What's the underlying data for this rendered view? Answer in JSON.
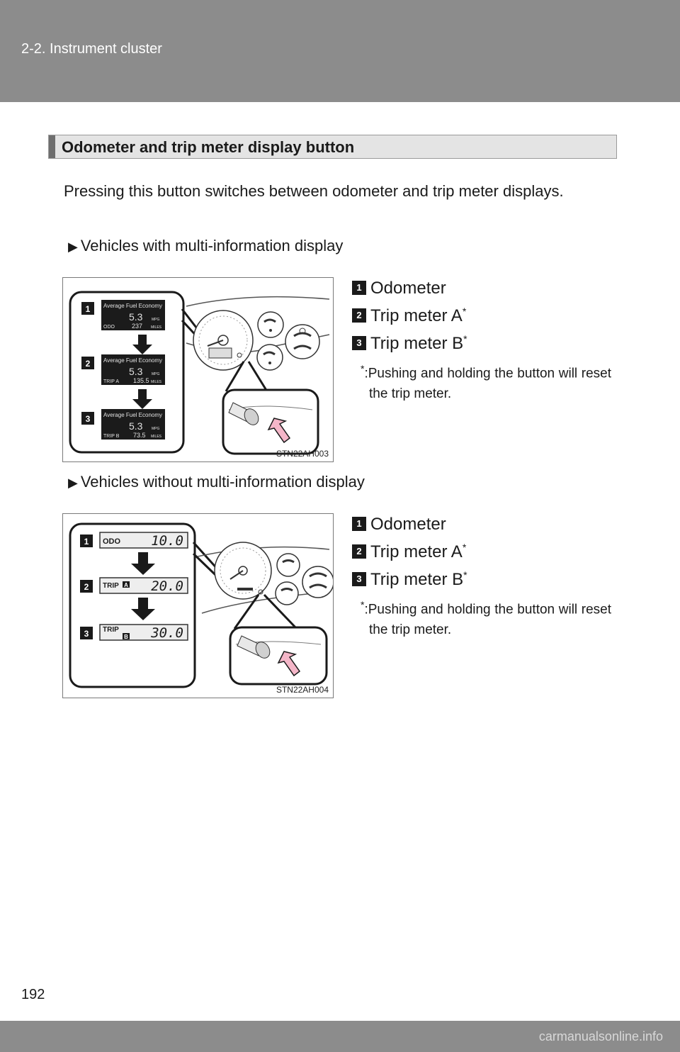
{
  "header": {
    "breadcrumb": "2-2. Instrument cluster"
  },
  "section": {
    "title": "Odometer and trip meter display button",
    "intro": "Pressing this button switches between odometer and trip meter displays."
  },
  "variants": [
    {
      "label": "Vehicles with multi-information display",
      "figure": {
        "code": "STN22AH003",
        "screens": [
          {
            "badge": "1",
            "title": "Average Fuel Economy",
            "value": "5.3",
            "unit": "MPG",
            "counter_label": "ODO",
            "counter_value": "237",
            "counter_unit": "MILES"
          },
          {
            "badge": "2",
            "title": "Average Fuel Economy",
            "value": "5.3",
            "unit": "MPG",
            "counter_label": "TRIP A",
            "counter_value": "135.5",
            "counter_unit": "MILES"
          },
          {
            "badge": "3",
            "title": "Average Fuel Economy",
            "value": "5.3",
            "unit": "MPG",
            "counter_label": "TRIP B",
            "counter_value": "73.5",
            "counter_unit": "MILES"
          }
        ]
      },
      "legend": [
        {
          "num": "1",
          "label": "Odometer",
          "star": ""
        },
        {
          "num": "2",
          "label": "Trip meter A",
          "star": "*"
        },
        {
          "num": "3",
          "label": "Trip meter B",
          "star": "*"
        }
      ],
      "note_star": "*",
      "note": ":Pushing and holding the button will reset the trip meter."
    },
    {
      "label": "Vehicles without multi-information display",
      "figure": {
        "code": "STN22AH004",
        "screens": [
          {
            "badge": "1",
            "label": "ODO",
            "sub": "",
            "value": "10.0"
          },
          {
            "badge": "2",
            "label": "TRIP",
            "sub": "A",
            "value": "20.0"
          },
          {
            "badge": "3",
            "label": "TRIP",
            "sub": "B",
            "value": "30.0"
          }
        ]
      },
      "legend": [
        {
          "num": "1",
          "label": "Odometer",
          "star": ""
        },
        {
          "num": "2",
          "label": "Trip meter A",
          "star": "*"
        },
        {
          "num": "3",
          "label": "Trip meter B",
          "star": "*"
        }
      ],
      "note_star": "*",
      "note": ":Pushing and holding the button will reset the trip meter."
    }
  ],
  "page_number": "192",
  "footer": {
    "site": "carmanualsonline.info"
  },
  "colors": {
    "header": "#8c8c8c",
    "press_arrow": "#f4b6c8",
    "lcd": "#1b1b1b"
  }
}
